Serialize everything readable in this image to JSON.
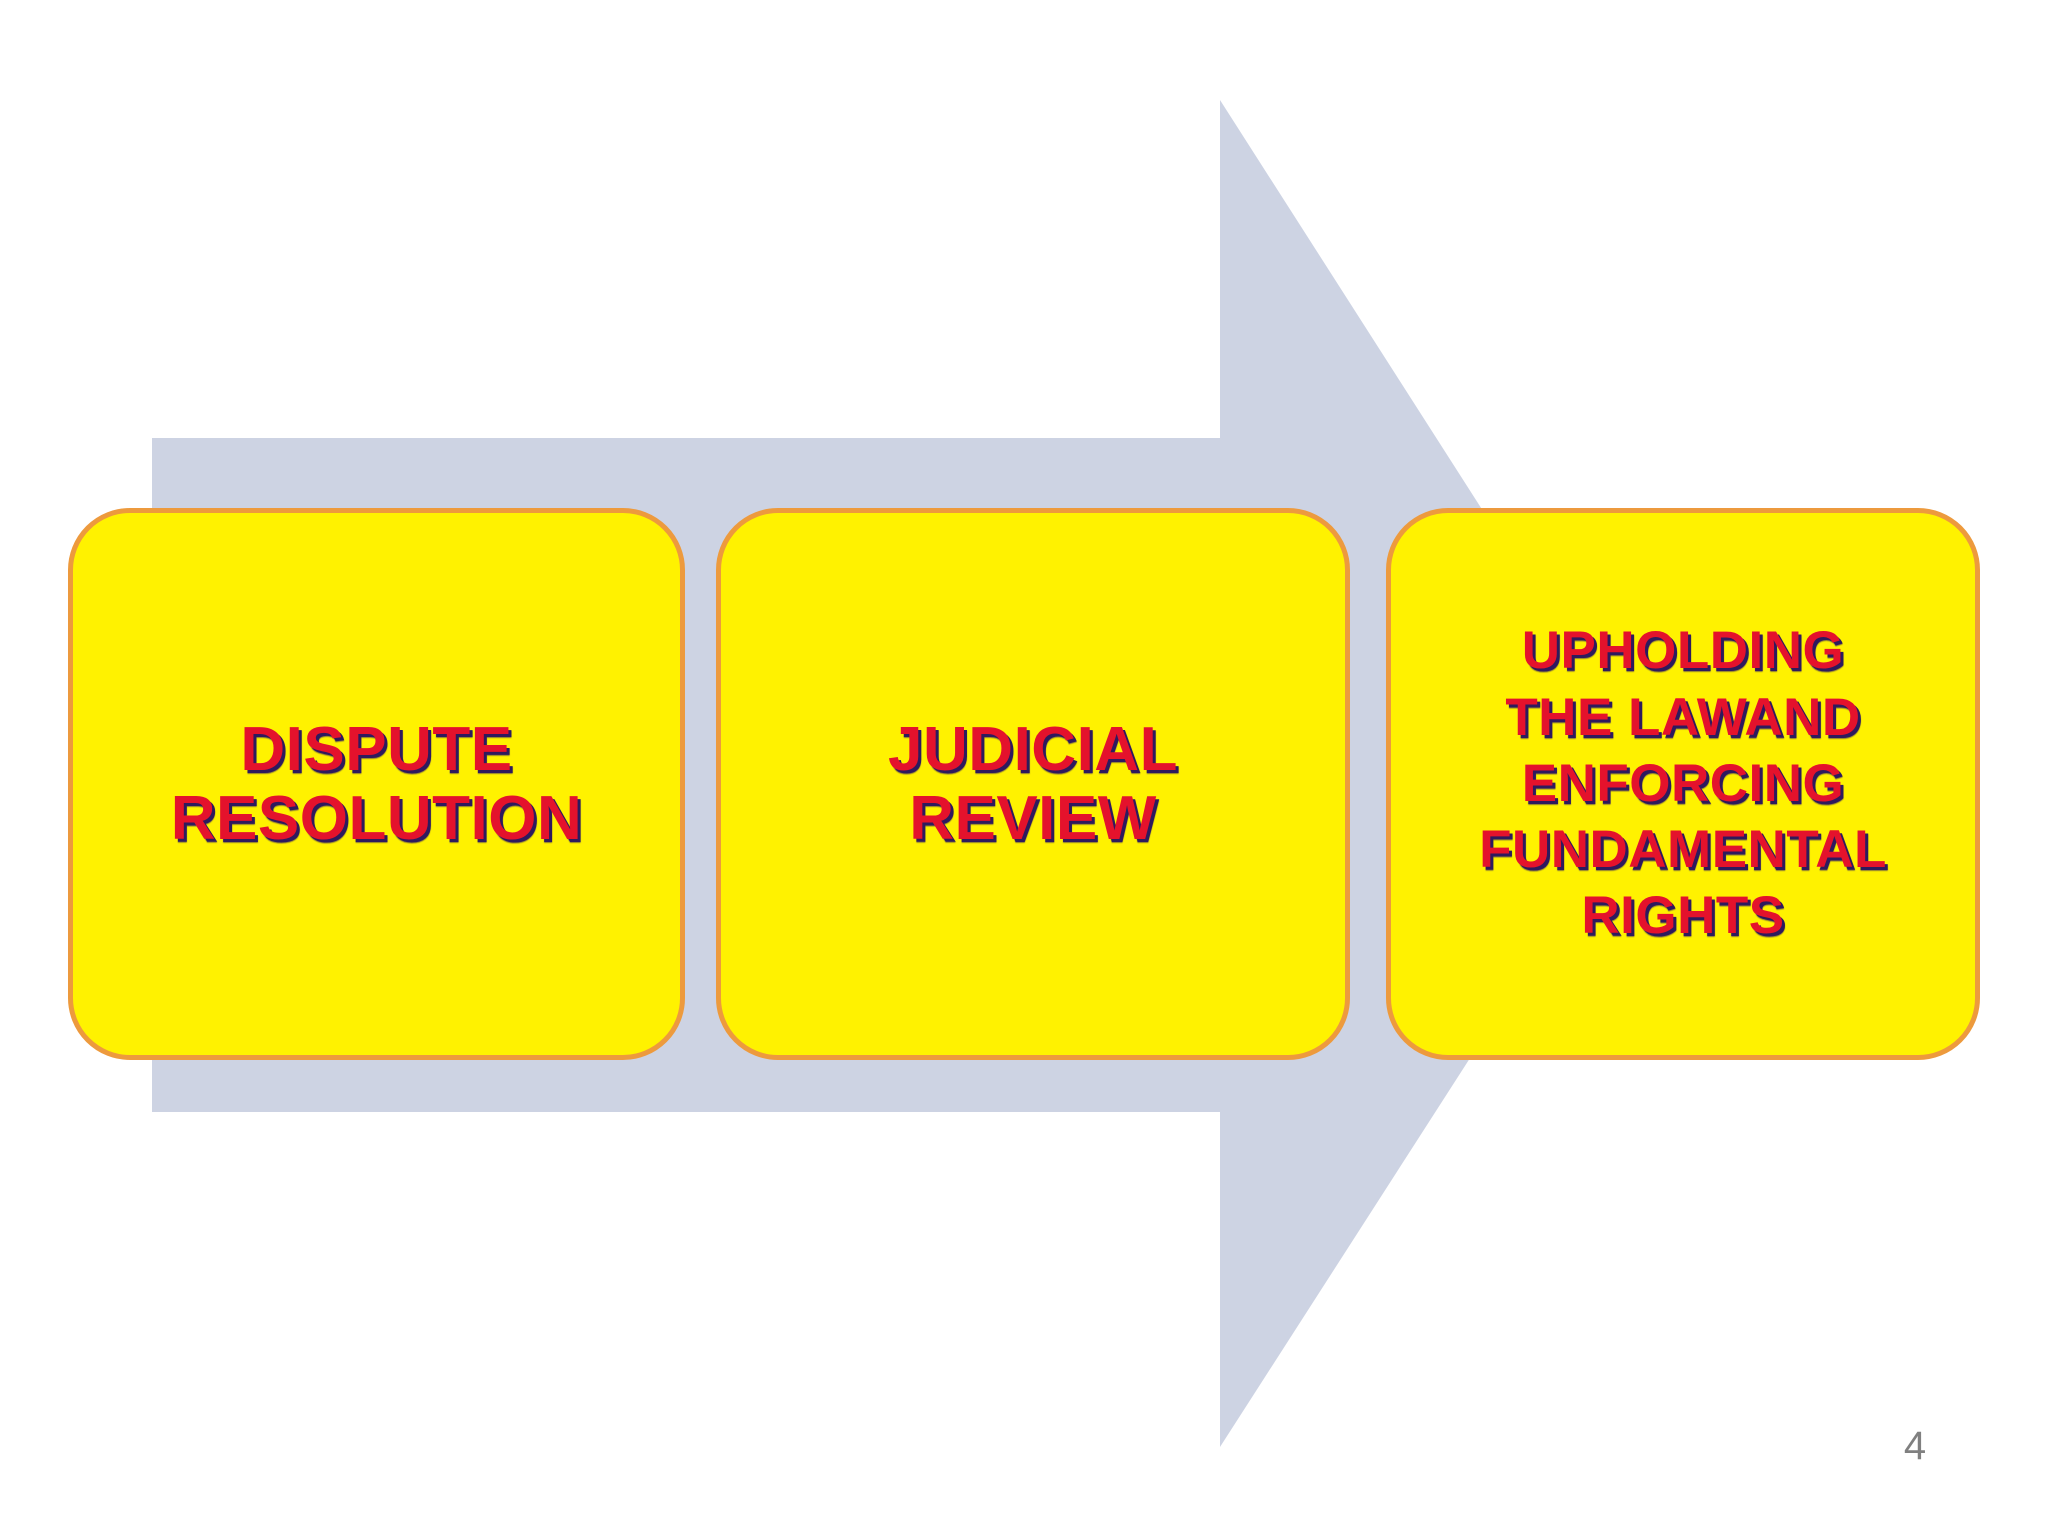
{
  "slide": {
    "page_number": "4",
    "background_color": "#FFFFFF"
  },
  "arrow": {
    "name": "right-pointing-process-arrow",
    "fill_color": "#CDD3E3"
  },
  "boxes": [
    {
      "id": "dispute-resolution",
      "label": "DISPUTE\nRESOLUTION",
      "fill_color": "#FFF200",
      "border_color": "#ED9A3D",
      "text_color": "#E4122C",
      "shadow_color": "#2E1A5E"
    },
    {
      "id": "judicial-review",
      "label": "JUDICIAL\nREVIEW",
      "fill_color": "#FFF200",
      "border_color": "#ED9A3D",
      "text_color": "#E4122C",
      "shadow_color": "#2E1A5E"
    },
    {
      "id": "upholding-law-enforcing-rights",
      "label": "UPHOLDING\nTHE LAWAND\nENFORCING\nFUNDAMENTAL\nRIGHTS",
      "fill_color": "#FFF200",
      "border_color": "#ED9A3D",
      "text_color": "#E4122C",
      "shadow_color": "#2E1A5E"
    }
  ]
}
